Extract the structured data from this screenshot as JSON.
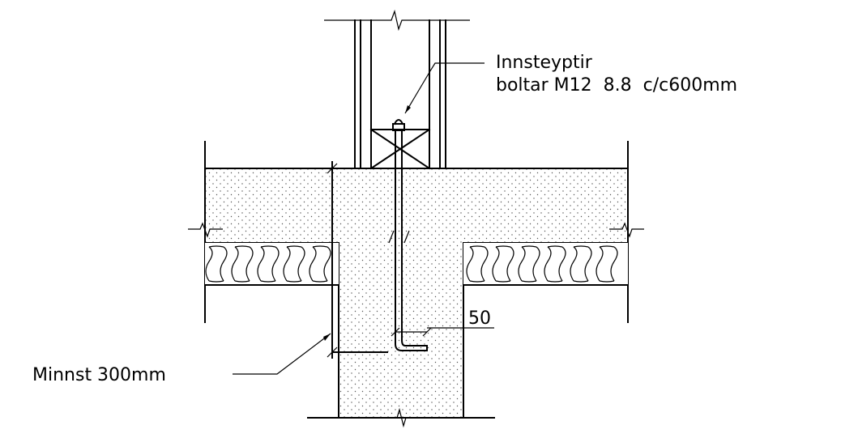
{
  "annotations": {
    "bolt_line1": "Innsteyptir",
    "bolt_line2": "boltar M12  8.8  c/c600mm",
    "dimension_50": "50",
    "min_depth": "Minnst 300mm"
  },
  "materials": {
    "concrete": "concrete-slab-and-footing",
    "insulation": "insulation-batts",
    "wall": "timber-stud-wall",
    "anchor": "anchor-bolt"
  }
}
